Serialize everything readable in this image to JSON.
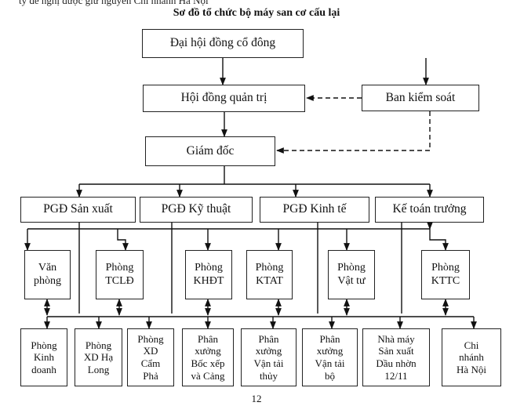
{
  "header": {
    "top_cut_text": "tỷ đề nghị được giữ nguyên Chi nhánh Hà Nội",
    "title": "Sơ đồ tổ chức bộ máy san cơ cấu lại"
  },
  "nodes": {
    "dhdcd": "Đại hội đồng cổ đông",
    "hdqt": "Hội đồng quản trị",
    "bks": "Ban kiểm soát",
    "gd": "Giám đốc",
    "pgd_sx": "PGĐ Sản xuất",
    "pgd_kt": "PGĐ Kỹ thuật",
    "pgd_ktế": "PGĐ Kinh tế",
    "ktt": "Kế toán trưởng",
    "vp": "Văn\nphòng",
    "tcld": "Phòng\nTCLĐ",
    "khdt": "Phòng\nKHĐT",
    "ktat": "Phòng\nKTAT",
    "vattu": "Phòng\nVật tư",
    "kttc": "Phòng\nKTTC",
    "kinhdoanh": "Phòng\nKinh\ndoanh",
    "xd_halong": "Phòng\nXD Hạ\nLong",
    "xd_campha": "Phòng\nXD\nCẩm\nPhả",
    "px_bocxep": "Phân\nxưởng\nBốc xếp\nvà Cảng",
    "px_vttuy": "Phân\nxưởng\nVận tải\nthủy",
    "px_vtbo": "Phân\nxưởng\nVận tải\nbộ",
    "nm_dau": "Nhà máy\nSản xuất\nDầu nhờn\n12/11",
    "cn_hanoi": "Chi\nnhánh\nHà Nội"
  },
  "footer": {
    "page_number": "12"
  }
}
